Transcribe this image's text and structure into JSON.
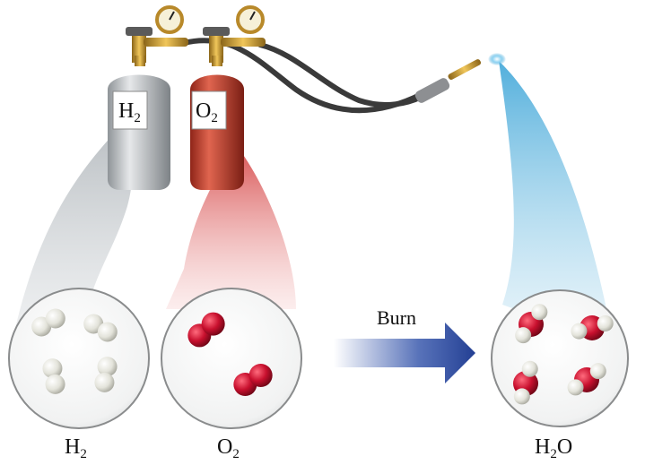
{
  "tanks": {
    "h2": {
      "formula": "H",
      "sub": "2"
    },
    "o2": {
      "formula": "O",
      "sub": "2"
    }
  },
  "arrow_label": "Burn",
  "circles": {
    "h2": {
      "formula": "H",
      "sub": "2",
      "suffix": ""
    },
    "o2": {
      "formula": "O",
      "sub": "2",
      "suffix": ""
    },
    "h2o": {
      "formula": "H",
      "sub": "2",
      "suffix": "O"
    }
  },
  "colors": {
    "hydrogen": "#e8e8e0",
    "oxygen": "#c8102e",
    "h2_tank": "#c9ccce",
    "o2_tank": "#c2402f",
    "arrow": "#2e4fa8",
    "flame": "#5fb8e0",
    "hose": "#3a3a3a",
    "brass": "#c8962a"
  },
  "icons": [
    "pressure-gauge-icon",
    "torch-icon"
  ]
}
